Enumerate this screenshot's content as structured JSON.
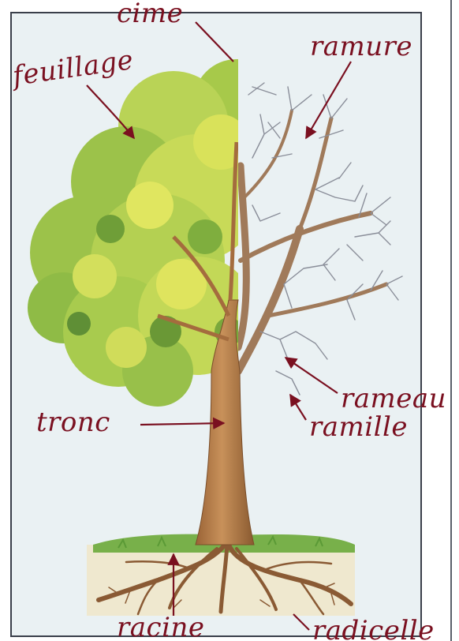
{
  "diagram": {
    "labels": {
      "cime": "cime",
      "ramure": "ramure",
      "feuillage": "feuillage",
      "tronc": "tronc",
      "rameau": "rameau",
      "ramille": "ramille",
      "racine": "racine",
      "radicelle": "radicelle"
    },
    "colors": {
      "label_ink": "#7a1020",
      "paper": "#eaf1f3",
      "frame": "#3a3f4a",
      "foliage_light": "#d9e25a",
      "foliage_mid": "#9cc24a",
      "foliage_dark": "#5f8f36",
      "trunk": "#b27a48",
      "bare_branch": "#8a8e99",
      "grass": "#78b04a",
      "soil": "#f0e6c8",
      "root": "#8a5a34"
    }
  }
}
